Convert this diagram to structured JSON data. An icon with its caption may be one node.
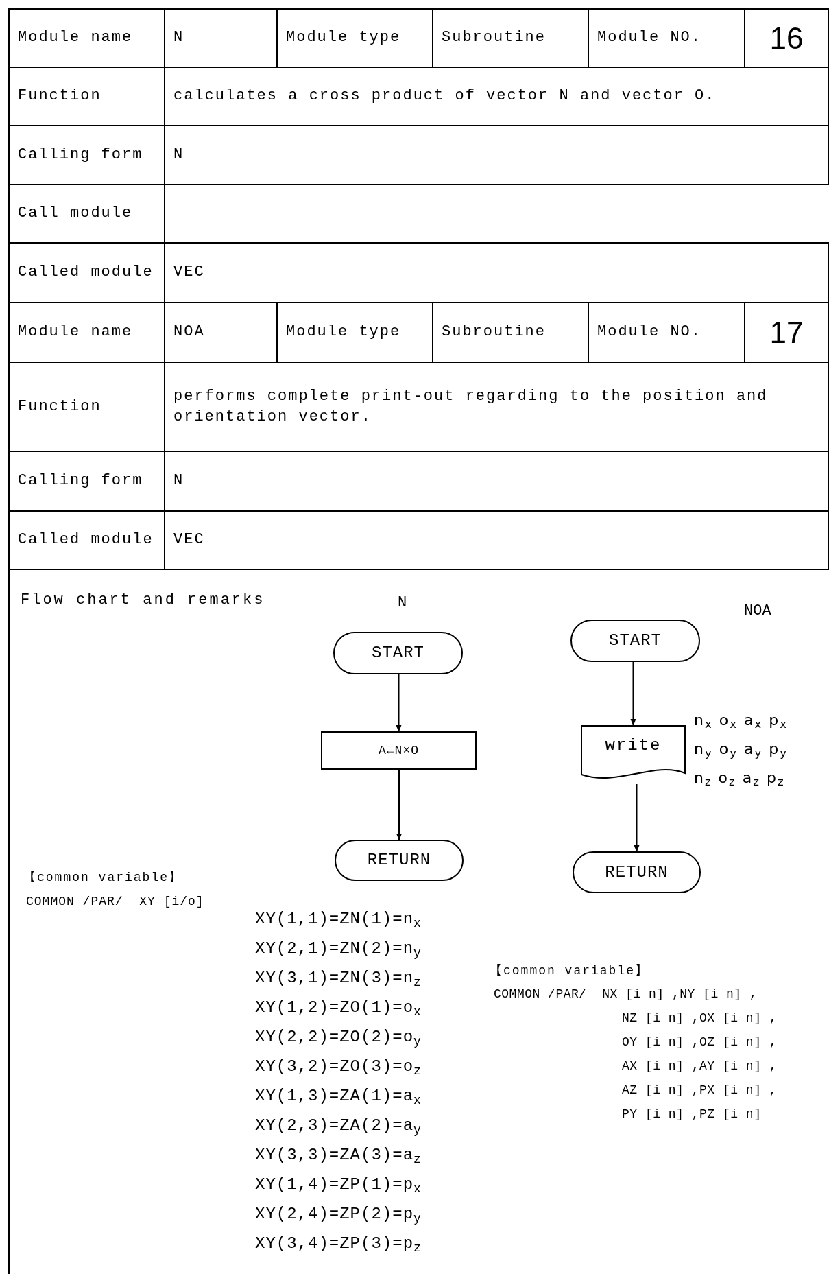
{
  "diagram": {
    "nodes": [
      {
        "text": [
          "START"
        ]
      },
      {
        "text": [
          "A←N×O"
        ]
      },
      {
        "text": [
          "RETURN"
        ]
      },
      {
        "text": [
          "START"
        ]
      },
      {
        "text": [
          "write"
        ],
        "beside": [
          "n$_{x}$ o$_{x}$ a$_{x}$ p$_{x}$",
          "n$_{y}$ o$_{y}$ a$_{y}$ p$_{y}$",
          "n$_{z}$ o$_{z}$ a$_{z}$ p$_{z}$"
        ]
      },
      {
        "text": [
          "RETURN"
        ]
      }
    ],
    "edges": [
      {
        "from": 0,
        "to": 1,
        "arrow": "to"
      },
      {
        "from": 1,
        "to": 2,
        "arrow": "to"
      },
      {
        "from": 3,
        "to": 4,
        "arrow": "to"
      },
      {
        "from": 4,
        "to": 5,
        "arrow": "to"
      }
    ],
    "labels": [
      "Module name",
      "N",
      "Module type",
      "Subroutine",
      "Module NO.",
      "16",
      "Function",
      "calculates a cross product of vector N and vector O.",
      "Calling form",
      "N",
      "Call module",
      "Called module",
      "VEC",
      "Module name",
      "NOA",
      "Module type",
      "Subroutine",
      "Module NO.",
      "17",
      "Function",
      "performs complete print-out regarding to the position and orientation vector.",
      "Calling form",
      "N",
      "Called module",
      "VEC",
      "Flow chart and remarks",
      "N",
      "NOA",
      "【common variable】",
      "COMMON /PAR/  XY [i/o]",
      "XY(1,1)=ZN(1)=n$_{x}$",
      "XY(2,1)=ZN(2)=n$_{y}$",
      "XY(3,1)=ZN(3)=n$_{z}$",
      "XY(1,2)=ZO(1)=o$_{x}$",
      "XY(2,2)=ZO(2)=o$_{y}$",
      "XY(3,2)=ZO(3)=o$_{z}$",
      "XY(1,3)=ZA(1)=a$_{x}$",
      "XY(2,3)=ZA(2)=a$_{y}$",
      "XY(3,3)=ZA(3)=a$_{z}$",
      "XY(1,4)=ZP(1)=p$_{x}$",
      "XY(2,4)=ZP(2)=p$_{y}$",
      "XY(3,4)=ZP(3)=p$_{z}$",
      "【common variable】",
      "COMMON /PAR/  NX [i n] ,NY [i n] ,",
      "NZ [i n] ,OX [i n] ,",
      "OY [i n] ,OZ [i n] ,",
      "AX [i n] ,AY [i n] ,",
      "AZ [i n] ,PX [i n] ,",
      "PY [i n] ,PZ [i n]"
    ]
  }
}
